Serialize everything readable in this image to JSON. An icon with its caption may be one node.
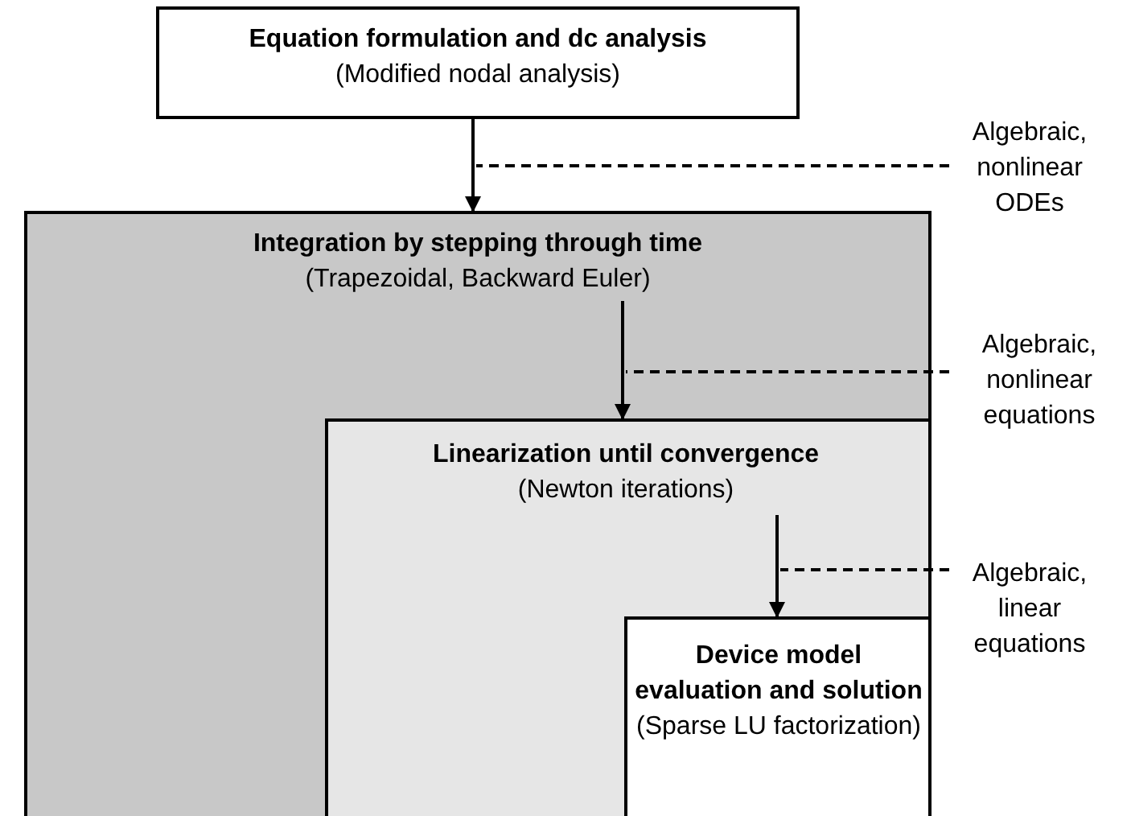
{
  "diagram": {
    "nodes": [
      {
        "text": [
          "Equation formulation and dc analysis",
          "(Modified nodal analysis)"
        ]
      },
      {
        "text": [
          "Integration by stepping through time",
          "(Trapezoidal, Backward Euler)"
        ]
      },
      {
        "text": [
          "Linearization until convergence",
          "(Newton iterations)"
        ],
        "in": 1
      },
      {
        "text": [
          "Device model evaluation and solution",
          "(Sparse LU factorization)"
        ],
        "in": 2
      },
      {
        "text": [
          "Algebraic, nonlinear ODEs"
        ]
      },
      {
        "text": [
          "Algebraic, nonlinear equations"
        ]
      },
      {
        "text": [
          "Algebraic, linear equations"
        ]
      }
    ],
    "edges": [
      {
        "from": 0,
        "to": 1,
        "arrow": "to"
      },
      {
        "from": 1,
        "to": 2,
        "arrow": "to"
      },
      {
        "from": 2,
        "to": 3,
        "arrow": "to"
      },
      {
        "from": 4,
        "to": null,
        "arrow": "none",
        "style": "dashed"
      },
      {
        "from": 5,
        "to": null,
        "arrow": "none",
        "style": "dashed"
      },
      {
        "from": 6,
        "to": null,
        "arrow": "none",
        "style": "dashed"
      }
    ]
  }
}
